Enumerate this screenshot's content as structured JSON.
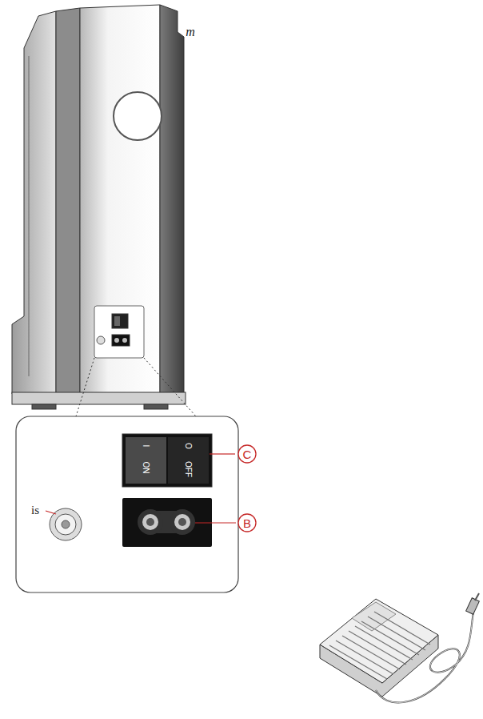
{
  "diagram": {
    "nodes": [
      {
        "text": [
          "C"
        ]
      },
      {
        "text": [
          "B"
        ]
      }
    ],
    "labels": [
      "m",
      "I",
      "ON",
      "O",
      "OFF",
      "is"
    ]
  }
}
